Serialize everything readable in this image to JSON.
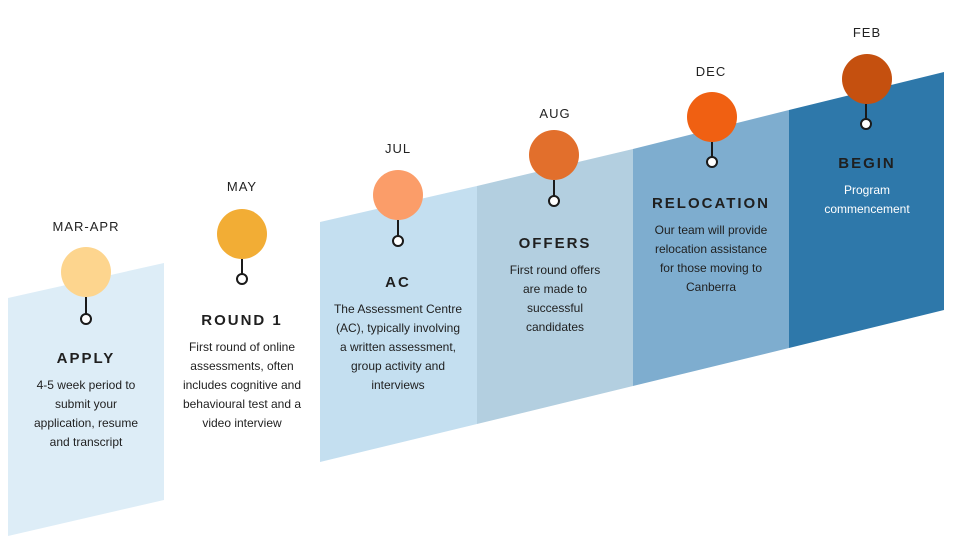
{
  "stages": [
    {
      "month": "MAR-APR",
      "title": "APPLY",
      "desc": "4-5 week period to submit your application, resume and transcript",
      "dot_color": "#fdd58e",
      "band_color": "#ddedf7"
    },
    {
      "month": "MAY",
      "title": "ROUND 1",
      "desc": "First round of online assessments, often includes cognitive and behavioural test and a video interview",
      "dot_color": "#f2ad35",
      "band_color": "#ffffff"
    },
    {
      "month": "JUL",
      "title": "AC",
      "desc": "The Assessment Centre (AC), typically involving a written assessment, group activity and interviews",
      "dot_color": "#fb9d69",
      "band_color": "#c4dff0"
    },
    {
      "month": "AUG",
      "title": "OFFERS",
      "desc": "First round offers are made to successful candidates",
      "dot_color": "#e26f2c",
      "band_color": "#b3cfe0"
    },
    {
      "month": "DEC",
      "title": "RELOCATION",
      "desc": "Our team will provide relocation assistance for those moving to Canberra",
      "dot_color": "#f06012",
      "band_color": "#7eadcf"
    },
    {
      "month": "FEB",
      "title": "BEGIN",
      "desc": "Program commencement",
      "dot_color": "#c5500f",
      "band_color": "#2e78aa"
    }
  ]
}
